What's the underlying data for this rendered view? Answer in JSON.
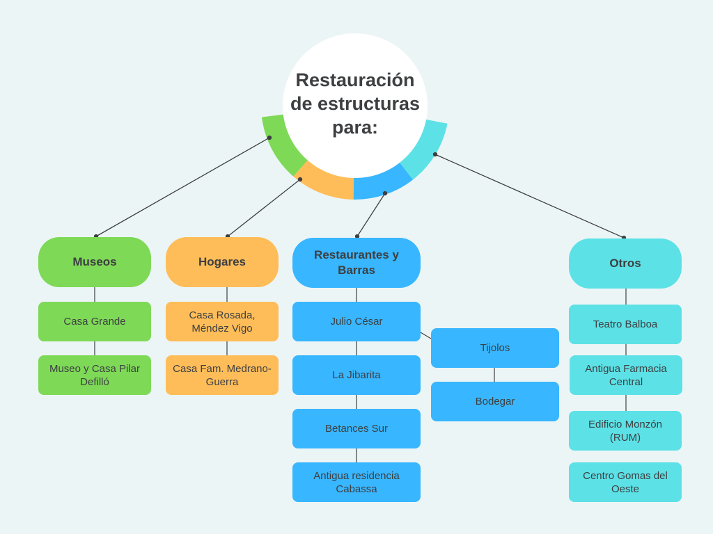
{
  "hub": {
    "title": "Restauración de estructuras para:"
  },
  "colors": {
    "background": "#ecf5f6",
    "hub": "#ffffff",
    "green": "#7ed957",
    "orange": "#ffbd59",
    "blue": "#38b6ff",
    "cyan": "#5ce1e6",
    "connector": "#3d3f41",
    "text": "#3d3f41"
  },
  "ring_segments": [
    {
      "category": "Museos",
      "color": "green"
    },
    {
      "category": "Hogares",
      "color": "orange"
    },
    {
      "category": "Restaurantes y Barras",
      "color": "blue"
    },
    {
      "category": "Otros",
      "color": "cyan"
    }
  ],
  "categories": [
    {
      "label": "Museos",
      "color": "green",
      "items": [
        "Casa Grande",
        "Museo y Casa Pilar Defilló"
      ]
    },
    {
      "label": "Hogares",
      "color": "orange",
      "items": [
        "Casa Rosada, Méndez Vigo",
        "Casa Fam. Medrano-Guerra"
      ]
    },
    {
      "label": "Restaurantes y Barras",
      "color": "blue",
      "items": [
        "Julio César",
        "La Jibarita",
        "Betances Sur",
        "Antigua residencia Cabassa"
      ],
      "branch": {
        "from": "Julio César",
        "items": [
          "Tijolos",
          "Bodegar"
        ]
      }
    },
    {
      "label": "Otros",
      "color": "cyan",
      "items": [
        "Teatro Balboa",
        "Antigua Farmacia Central",
        "Edificio Monzón (RUM)",
        "Centro Gomas del Oeste"
      ]
    }
  ]
}
